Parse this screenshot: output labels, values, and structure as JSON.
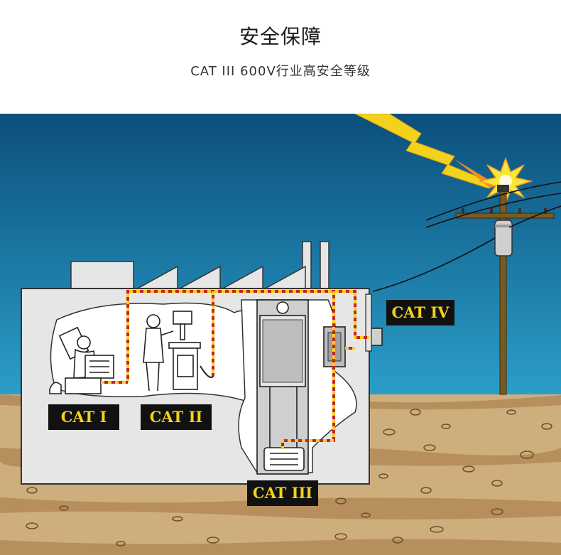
{
  "header": {
    "title": "安全保障",
    "subtitle": "CAT III 600V行业高安全等级"
  },
  "diagram": {
    "labels": {
      "cat1": "CAT I",
      "cat2": "CAT II",
      "cat3": "CAT III",
      "cat4": "CAT IV"
    },
    "colors": {
      "sky_top": "#0c4f7c",
      "sky_bottom": "#2a9ec8",
      "ground": "#cfae7e",
      "building": "#e6e6e6",
      "wiring": "#c8202a",
      "wiring_dash": "#f3d21e",
      "label_bg": "#111111",
      "label_text": "#f2d21a",
      "pole": "#7a5a1e"
    }
  }
}
